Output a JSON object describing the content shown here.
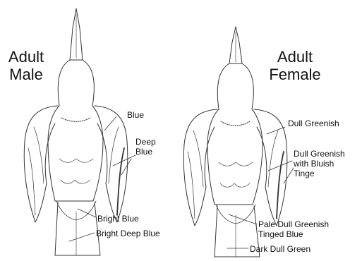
{
  "male": {
    "title_line1": "Adult",
    "title_line2": "Male",
    "labels": {
      "shoulder": "Blue",
      "wing_line1": "Deep",
      "wing_line2": "Blue",
      "rump": "Bright Blue",
      "tail": "Bright Deep Blue"
    }
  },
  "female": {
    "title_line1": "Adult",
    "title_line2": "Female",
    "labels": {
      "shoulder": "Dull Greenish",
      "wing_line1": "Dull Greenish",
      "wing_line2": "with Bluish",
      "wing_line3": "Tinge",
      "rump_line1": "Pale Dull Greenish",
      "rump_line2": "Tinged Blue",
      "tail": "Dark Dull Green"
    }
  },
  "colors": {
    "ink": "#333333",
    "background": "#ffffff"
  }
}
